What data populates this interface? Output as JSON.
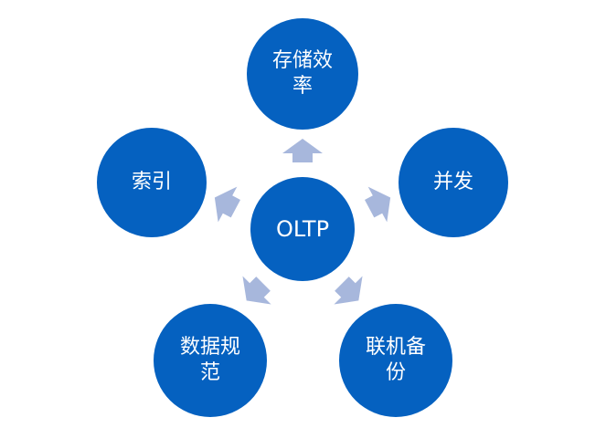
{
  "center": {
    "label": "OLTP"
  },
  "nodes": {
    "top": "存储效率",
    "left": "索引",
    "right": "并发",
    "bottom_left": "数据规范",
    "bottom_right": "联机备份"
  },
  "colors": {
    "node_fill": "#0561c0",
    "arrow_fill": "#a7b7dc",
    "text": "#ffffff"
  }
}
